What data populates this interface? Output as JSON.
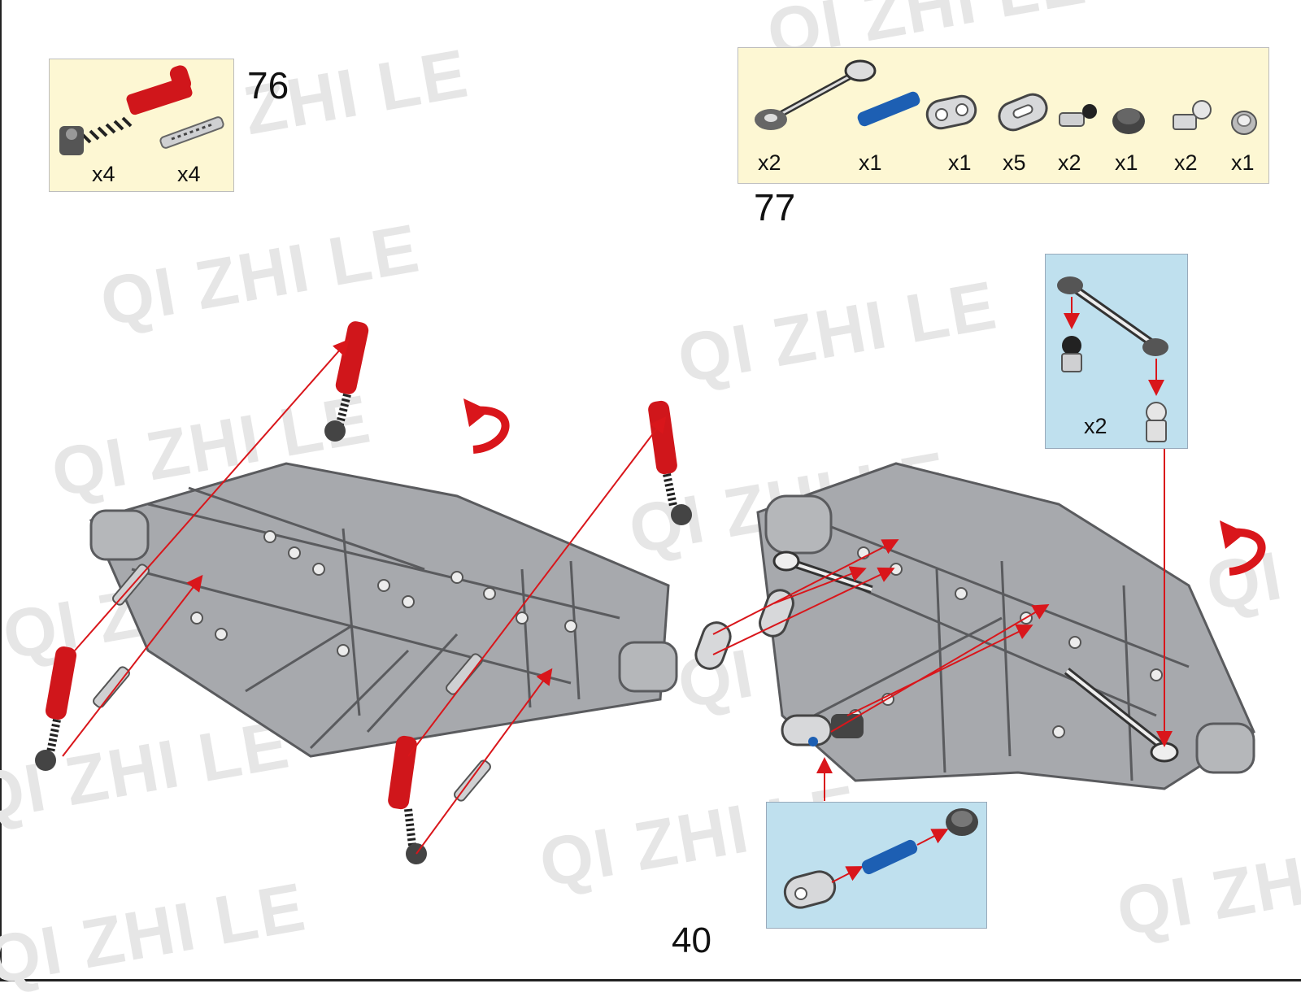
{
  "watermark_text": "QI ZHI LE",
  "page_number": "40",
  "steps": [
    {
      "number": "76",
      "parts": [
        {
          "icon": "red-shock-absorber-icon",
          "qty": "x4"
        },
        {
          "icon": "axle-pin-icon",
          "qty": "x4"
        }
      ]
    },
    {
      "number": "77",
      "parts": [
        {
          "icon": "link-rod-icon",
          "qty": "x2"
        },
        {
          "icon": "blue-axle-pin-icon",
          "qty": "x1"
        },
        {
          "icon": "beam-2-icon",
          "qty": "x1"
        },
        {
          "icon": "beam-2-icon",
          "qty": "x5"
        },
        {
          "icon": "ball-pin-icon",
          "qty": "x2"
        },
        {
          "icon": "bush-icon",
          "qty": "x1"
        },
        {
          "icon": "ball-joint-icon",
          "qty": "x2"
        },
        {
          "icon": "gear-bush-icon",
          "qty": "x1"
        }
      ],
      "callout_qty": "x2"
    }
  ],
  "colors": {
    "part_red": "#d0161b",
    "part_blue": "#1d5fb3",
    "part_gray": "#a7a9ad",
    "arrow": "#d9161b"
  }
}
